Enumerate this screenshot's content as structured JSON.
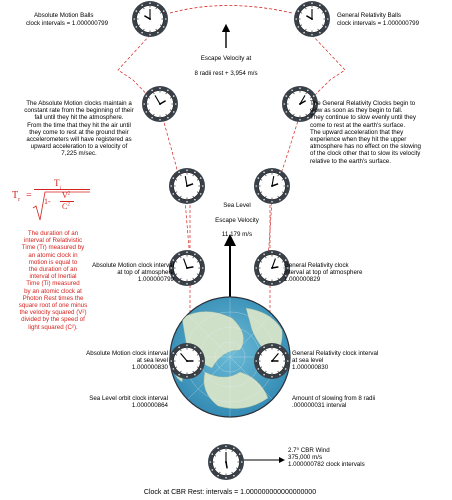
{
  "top": {
    "am_title": "Absolute Motion Balls",
    "am_interval": "clock intervals = 1.000000799",
    "gr_title": "General Relativity Balls",
    "gr_interval": "clock intervals = 1.000000799"
  },
  "escape_8": {
    "line1": "Escape Velocity at",
    "line2": "8 radii rest + 3,954 m/s"
  },
  "am_paragraph": "The Absolute Motion clocks maintain a\nconstant rate from the beginning of their\nfall until they hit the atmosphere.\nFrom the time that they hit the air until\nthey come to rest at the ground their\naccelerometers will have registered as\nupward acceleration to a velocity of\n7,225 m/sec.",
  "gr_paragraph": "The General Relativity Clocks begin to\nslow as soon as they begin to fall.\nThey continue to slow evenly until they\ncome to rest at the earth's surface.\nThe upward acceleration that they\nexperience when they hit the upper\natmosphere has no effect on the slowing\nof the clock other that to slow its velocity\nrelative to the earth's surface.",
  "sea_level": {
    "line1": "Sea Level",
    "line2": "Escape Velocity",
    "line3": "11,179 m/s"
  },
  "formula": {
    "lhs": "T",
    "lhs_sub": "r",
    "eq": "=",
    "num": "T",
    "num_sub": "i",
    "one": "1-",
    "v": "V",
    "v_sup": "2",
    "c": "C",
    "c_sup": "2"
  },
  "red_paragraph": "The duration of an\ninterval of Relativistic\nTime (Tr) measured by\nan atomic clock in\nmotion is equal to\nthe duration of an\ninterval of Inertial\nTime (Ti) measured\nby an atomic clock at\nPhoton Rest times the\nsquare root of one minus\nthe velocity squared (V²)\ndivided by the speed of\nlight squared (C²).",
  "atmosphere": {
    "am": "Absolute Motion clock interval\nat top of atmosphere\n1.000000799",
    "gr": "General Relativity clock\ninterval at top of atmosphere\n1.000000829"
  },
  "sea": {
    "am": "Absolute Motion clock interval\nat sea level\n1.000000830",
    "gr": "General Relativity clock interval\nat sea level\n1.000000830"
  },
  "orbit": "Sea Level orbit clock interval\n1.000000864",
  "slowing": "Amount of slowing from 8 radii\n.000000031 interval",
  "cbr": "2.7⁰ CBR Wind\n375,000 m/s\n1.000000782 clock intervals",
  "bottom": "Clock at CBR Rest:  intervals = 1.000000000000000000",
  "colors": {
    "red": "#d4231e",
    "ocean": "#4aa3c7",
    "land": "#c9dcc4",
    "clock_rim": "#3a4048",
    "clock_face": "#ffffff"
  }
}
